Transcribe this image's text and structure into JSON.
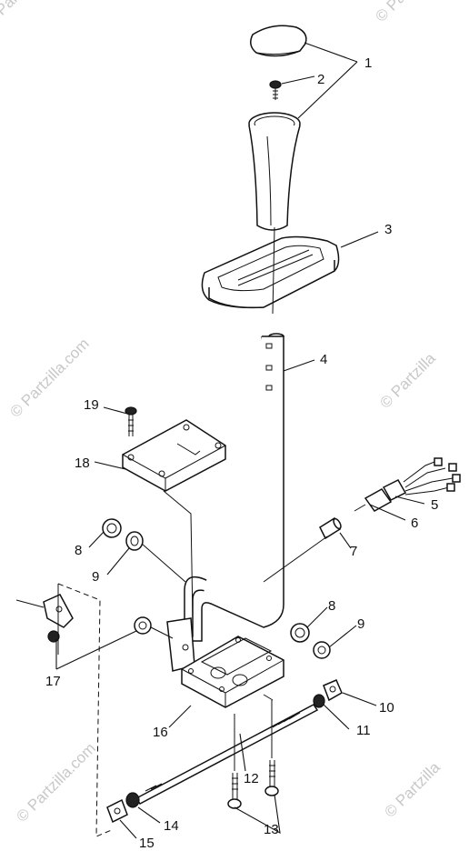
{
  "watermark": "© Partzilla.com",
  "watermark_short": "© Partzilla",
  "callouts": {
    "c1": "1",
    "c2": "2",
    "c3": "3",
    "c4": "4",
    "c5": "5",
    "c6": "6",
    "c7": "7",
    "c8a": "8",
    "c8b": "8",
    "c9a": "9",
    "c9b": "9",
    "c10": "10",
    "c11": "11",
    "c12": "12",
    "c13": "13",
    "c14": "14",
    "c15": "15",
    "c16": "16",
    "c17": "17",
    "c18": "18",
    "c19": "19"
  }
}
